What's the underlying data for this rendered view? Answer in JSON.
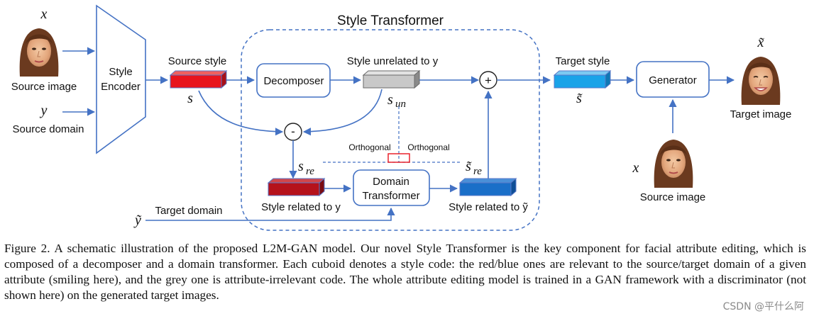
{
  "diagram": {
    "title": "Style Transformer",
    "inputs": {
      "x_symbol": "x",
      "source_image_label": "Source image",
      "y_symbol": "y",
      "source_domain_label": "Source domain",
      "y_tilde_symbol": "ỹ",
      "target_domain_label": "Target domain"
    },
    "blocks": {
      "style_encoder": [
        "Style",
        "Encoder"
      ],
      "decomposer": "Decomposer",
      "domain_transformer": [
        "Domain",
        "Transformer"
      ],
      "generator": "Generator"
    },
    "codes": {
      "source_style_label": "Source style",
      "s_symbol": "s",
      "style_unrelated_label": "Style unrelated to y",
      "s_un_symbol": "s",
      "s_un_subscript": "un",
      "s_re_symbol": "s",
      "s_re_subscript": "re",
      "s_re_tilde_symbol": "s̃",
      "s_re_tilde_subscript": "re",
      "style_related_y_label": "Style related to y",
      "style_related_y_tilde_label": "Style related to ỹ",
      "target_style_label": "Target style",
      "s_tilde_symbol": "s̃"
    },
    "operators": {
      "minus": "-",
      "plus": "+"
    },
    "orthogonal_left": "Orthogonal",
    "orthogonal_right": "Orthogonal",
    "outputs": {
      "x_tilde_symbol": "x̃",
      "target_image_label": "Target image",
      "x_symbol": "x",
      "source_image_label": "Source image"
    },
    "colors": {
      "line": "#4472c4",
      "red_cuboid": "#e8141e",
      "dark_red_cuboid": "#b5121b",
      "grey_cuboid": "#c8c8c8",
      "light_blue_cuboid": "#1aa3e8",
      "dark_blue_cuboid": "#1a6fc8"
    }
  },
  "caption": "Figure 2. A schematic illustration of the proposed L2M-GAN model. Our novel Style Transformer is the key component for facial attribute editing, which is composed of a decomposer and a domain transformer. Each cuboid denotes a style code: the red/blue ones are relevant to the source/target domain of a given attribute (smiling here), and the grey one is attribute-irrelevant code. The whole attribute editing model is trained in a GAN framework with a discriminator (not shown here) on the generated target images.",
  "watermark": "CSDN @平什么阿"
}
